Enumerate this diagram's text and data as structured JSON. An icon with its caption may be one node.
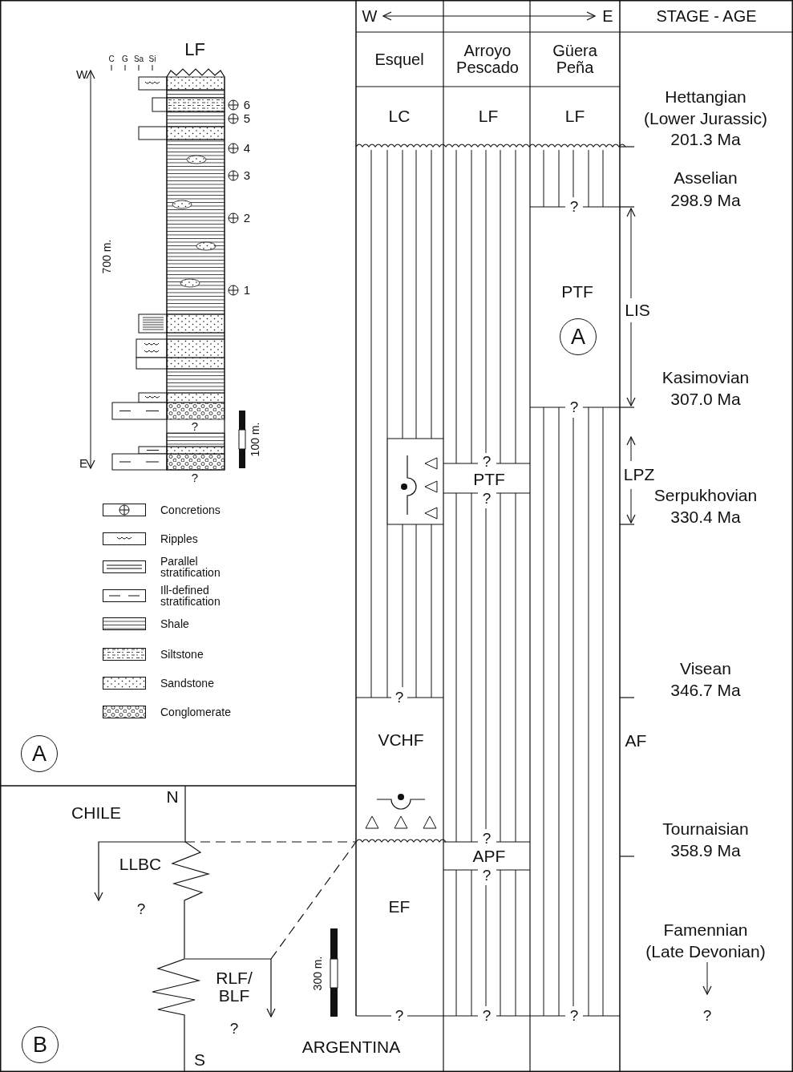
{
  "diagram": {
    "nodes": [
      {
        "text": [
          "A"
        ]
      },
      {
        "text": [
          "A"
        ]
      },
      {
        "text": [
          "B"
        ]
      }
    ],
    "labels": [
      "LF",
      "C",
      "G",
      "Sa",
      "Si",
      "W",
      "6",
      "5",
      "4",
      "3",
      "2",
      "1",
      "700 m.",
      "?",
      "100 m.",
      "E",
      "?",
      "W",
      "E",
      "STAGE - AGE",
      "Esquel",
      "Arroyo Pescado",
      "Güera Peña",
      "LC",
      "LF",
      "LF",
      "Hettangian",
      "(Lower Jurassic)",
      "201.3 Ma",
      "?",
      "Asselian",
      "298.9 Ma",
      "PTF",
      "LIS",
      "Kasimovian",
      "307.0 Ma",
      "?",
      "?",
      "LPZ",
      "PTF",
      "Serpukhovian",
      "?",
      "330.4 Ma",
      "Visean",
      "346.7 Ma",
      "?",
      "VCHF",
      "AF",
      "CHILE",
      "N",
      "Tournaisian",
      "?",
      "LLBC",
      "358.9 Ma",
      "APF",
      "?",
      "?",
      "EF",
      "Famennian",
      "(Late Devonian)",
      "RLF/ BLF",
      "300 m.",
      "?",
      "?",
      "?",
      "?",
      "?",
      "ARGENTINA",
      "S"
    ],
    "legend": [
      {
        "text": "Concretions"
      },
      {
        "text": "Ripples"
      },
      {
        "text": "Parallel stratification"
      },
      {
        "text": "Ill-defined stratification"
      },
      {
        "text": "Shale"
      },
      {
        "text": "Siltstone"
      },
      {
        "text": "Sandstone"
      },
      {
        "text": "Conglomerate"
      }
    ]
  }
}
